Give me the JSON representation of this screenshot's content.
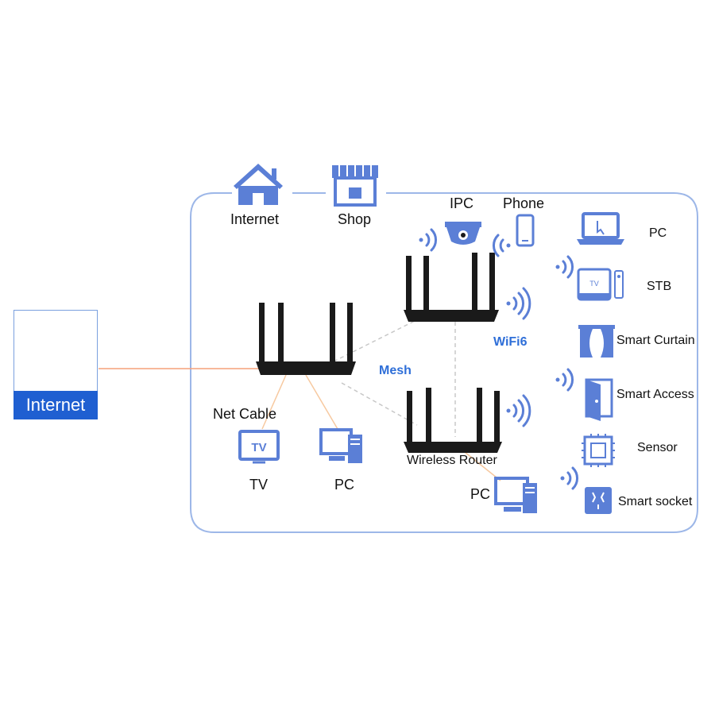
{
  "internet_box": {
    "label": "Internet"
  },
  "top_icons": {
    "internet": "Internet",
    "shop": "Shop"
  },
  "labels": {
    "ipc": "IPC",
    "phone": "Phone",
    "mesh": "Mesh",
    "wifi6": "WiFi6",
    "net_cable": "Net Cable",
    "wireless_router": "Wireless Router",
    "tv": "TV",
    "pc_left": "PC",
    "pc_bottom": "PC"
  },
  "right_devices": [
    {
      "label": "PC"
    },
    {
      "label": "STB"
    },
    {
      "label": "Smart Curtain"
    },
    {
      "label": "Smart Access"
    },
    {
      "label": "Sensor"
    },
    {
      "label": "Smart socket"
    }
  ],
  "colors": {
    "icon_blue": "#5b7fd6",
    "accent_blue": "#2f6fd8",
    "frame": "#9db7e8",
    "wan_line": "#f5a17a",
    "lan_line": "#f7c9a0",
    "mesh_line": "#c8c8c8",
    "router": "#1a1a1a"
  }
}
